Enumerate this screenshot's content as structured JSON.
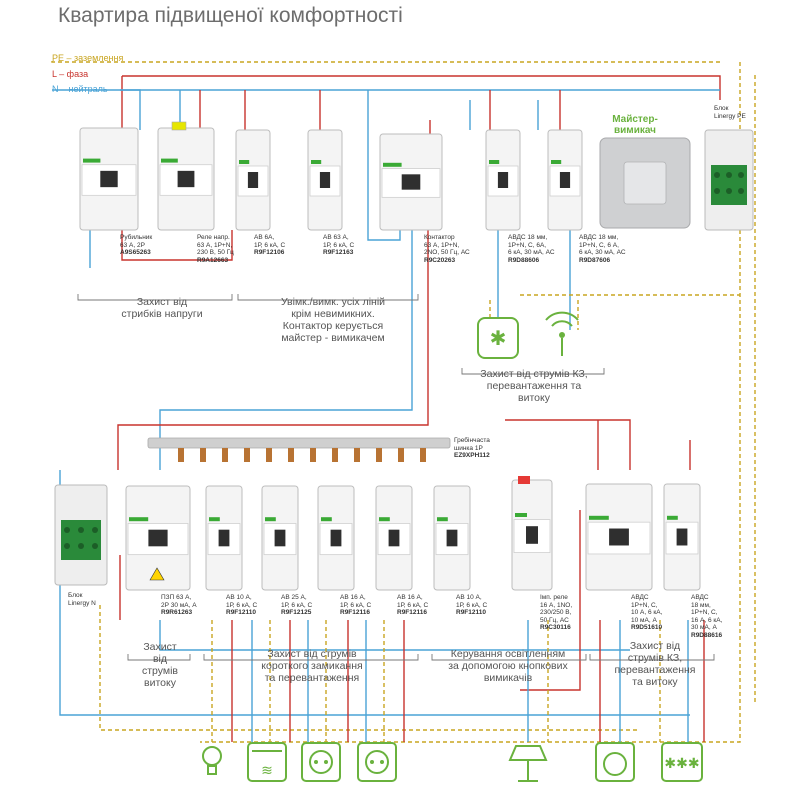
{
  "title": "Квартира підвищеної комфортності",
  "legend": {
    "pe": "PE – заземлення",
    "l": "L – фаза",
    "n": "N – нейтраль"
  },
  "colors": {
    "pe": "#c9a521",
    "l": "#c8332d",
    "n": "#4aa3d6",
    "accent_green": "#6ab23e",
    "brace": "#777777"
  },
  "top_devices": [
    {
      "line1": "Рубильник",
      "line2": "63 А, 2Р",
      "code": "A9S65263"
    },
    {
      "line1": "Реле напр.",
      "line2": "63 А, 1Р+N,",
      "line3": "230 В, 50 Гц",
      "code": "R9A12663"
    },
    {
      "line1": "АВ 6А,",
      "line2": "1Р, 6 кА, С",
      "code": "R9F12106"
    },
    {
      "line1": "АВ 63 А,",
      "line2": "1Р, 6 кА, С",
      "code": "R9F12163"
    },
    {
      "line1": "Контактор",
      "line2": "63 А, 1Р+N,",
      "line3": "2NO, 50 Гц, АС",
      "code": "R9C20263"
    },
    {
      "line1": "АВДС 18 мм,",
      "line2": "1Р+N, С, 6А,",
      "line3": "6 кА, 30 мА, АС",
      "code": "R9D88606"
    },
    {
      "line1": "АВДС 18 мм,",
      "line2": "1Р+N, С, 6 А,",
      "line3": "6 кА, 30 мА, АС",
      "code": "R9D87606"
    }
  ],
  "master_switch": "Майстер-\nвимикач",
  "linergy_pe": "Блок\nLinergy PE",
  "linergy_n": "Блок\nLinergy N",
  "top_groups": {
    "surge": "Захист від\nстрибків напруги",
    "onoff": "Увімк./вимк. усіх ліній\nкрім невимикних.\nКонтактор керується\nмайстер - вимикачем",
    "short": "Захист від струмів КЗ,\nперевантаження та\nвитоку"
  },
  "busbar": {
    "line1": "Гребінчаста",
    "line2": "шинка 1Р",
    "code": "EZ9XPH112"
  },
  "bottom_devices": [
    {
      "line1": "ПЗП 63 А,",
      "line2": "2Р 30 мА, А",
      "code": "R9R61263"
    },
    {
      "line1": "АВ 10 А,",
      "line2": "1Р, 6 кА, С",
      "code": "R9F12110"
    },
    {
      "line1": "АВ 25 А,",
      "line2": "1Р, 6 кА, С",
      "code": "R9F12125"
    },
    {
      "line1": "АВ 16 А,",
      "line2": "1Р, 6 кА, С",
      "code": "R9F12116"
    },
    {
      "line1": "АВ 16 А,",
      "line2": "1Р, 6 кА, С",
      "code": "R9F12116"
    },
    {
      "line1": "АВ 10 А,",
      "line2": "1Р, 6 кА, С",
      "code": "R9F12110"
    },
    {
      "line1": "Імп. реле",
      "line2": "16 А, 1NO,",
      "line3": "230/250 В,",
      "line4": "50 Гц, АС",
      "code": "R9C30116"
    },
    {
      "line1": "АВДС",
      "line2": "1Р+N, С,",
      "line3": "10 А, 6 кА,",
      "line4": "10 мА, А",
      "code": "R9D51610"
    },
    {
      "line1": "АВДС",
      "line2": "18 мм,",
      "line3": "1Р+N, С,",
      "line4": "16 А, 6 кА,",
      "line5": "30 мА, А",
      "code": "R9D88616"
    }
  ],
  "bottom_groups": {
    "leak": "Захист\nвід\nструмів\nвитоку",
    "short": "Захист від струмів\nкороткого замикання\nта перевантаження",
    "light": "Керування освітленням\nза допомогою кнопкових\nвимикачів",
    "short2": "Захист від\nструмів КЗ,\nперевантаження\nта витоку"
  }
}
